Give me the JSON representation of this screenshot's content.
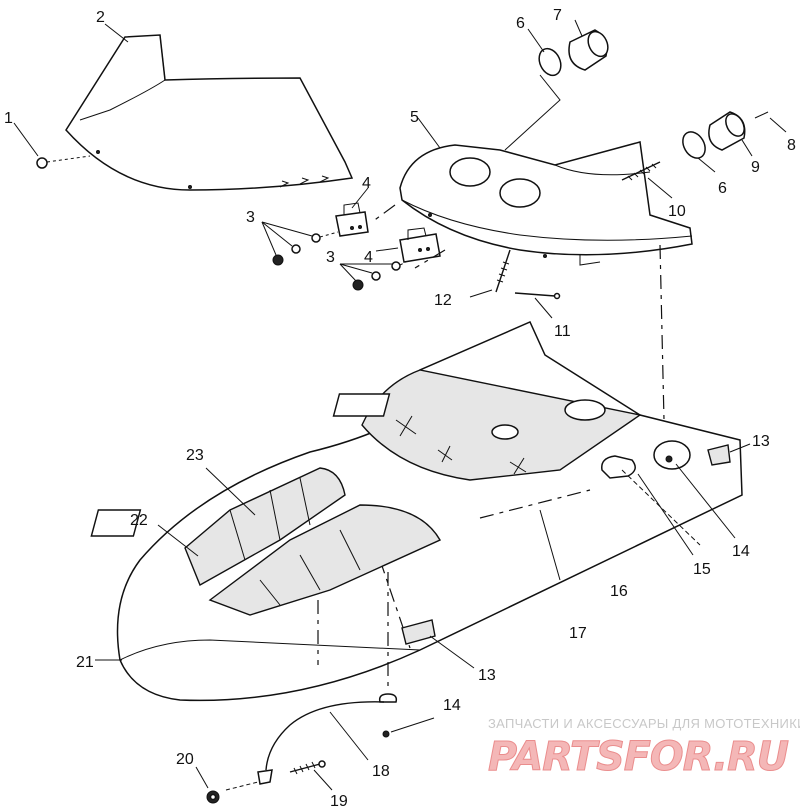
{
  "labels": {
    "l1": "1",
    "l2": "2",
    "l3a": "3",
    "l3b": "3",
    "l4a": "4",
    "l4b": "4",
    "l5": "5",
    "l6a": "6",
    "l6b": "6",
    "l7": "7",
    "l8": "8",
    "l9": "9",
    "l10": "10",
    "l11": "11",
    "l12": "12",
    "l13a": "13",
    "l13b": "13",
    "l14a": "14",
    "l14b": "14",
    "l15": "15",
    "l16": "16",
    "l17": "17",
    "l18": "18",
    "l19": "19",
    "l20": "20",
    "l21": "21",
    "l22": "22",
    "l23": "23"
  },
  "watermark": {
    "tagline": "ЗАПЧАСТИ И АКСЕССУАРЫ ДЛЯ МОТОТЕХНИКИ",
    "logo": "PARTSFOR.RU"
  }
}
